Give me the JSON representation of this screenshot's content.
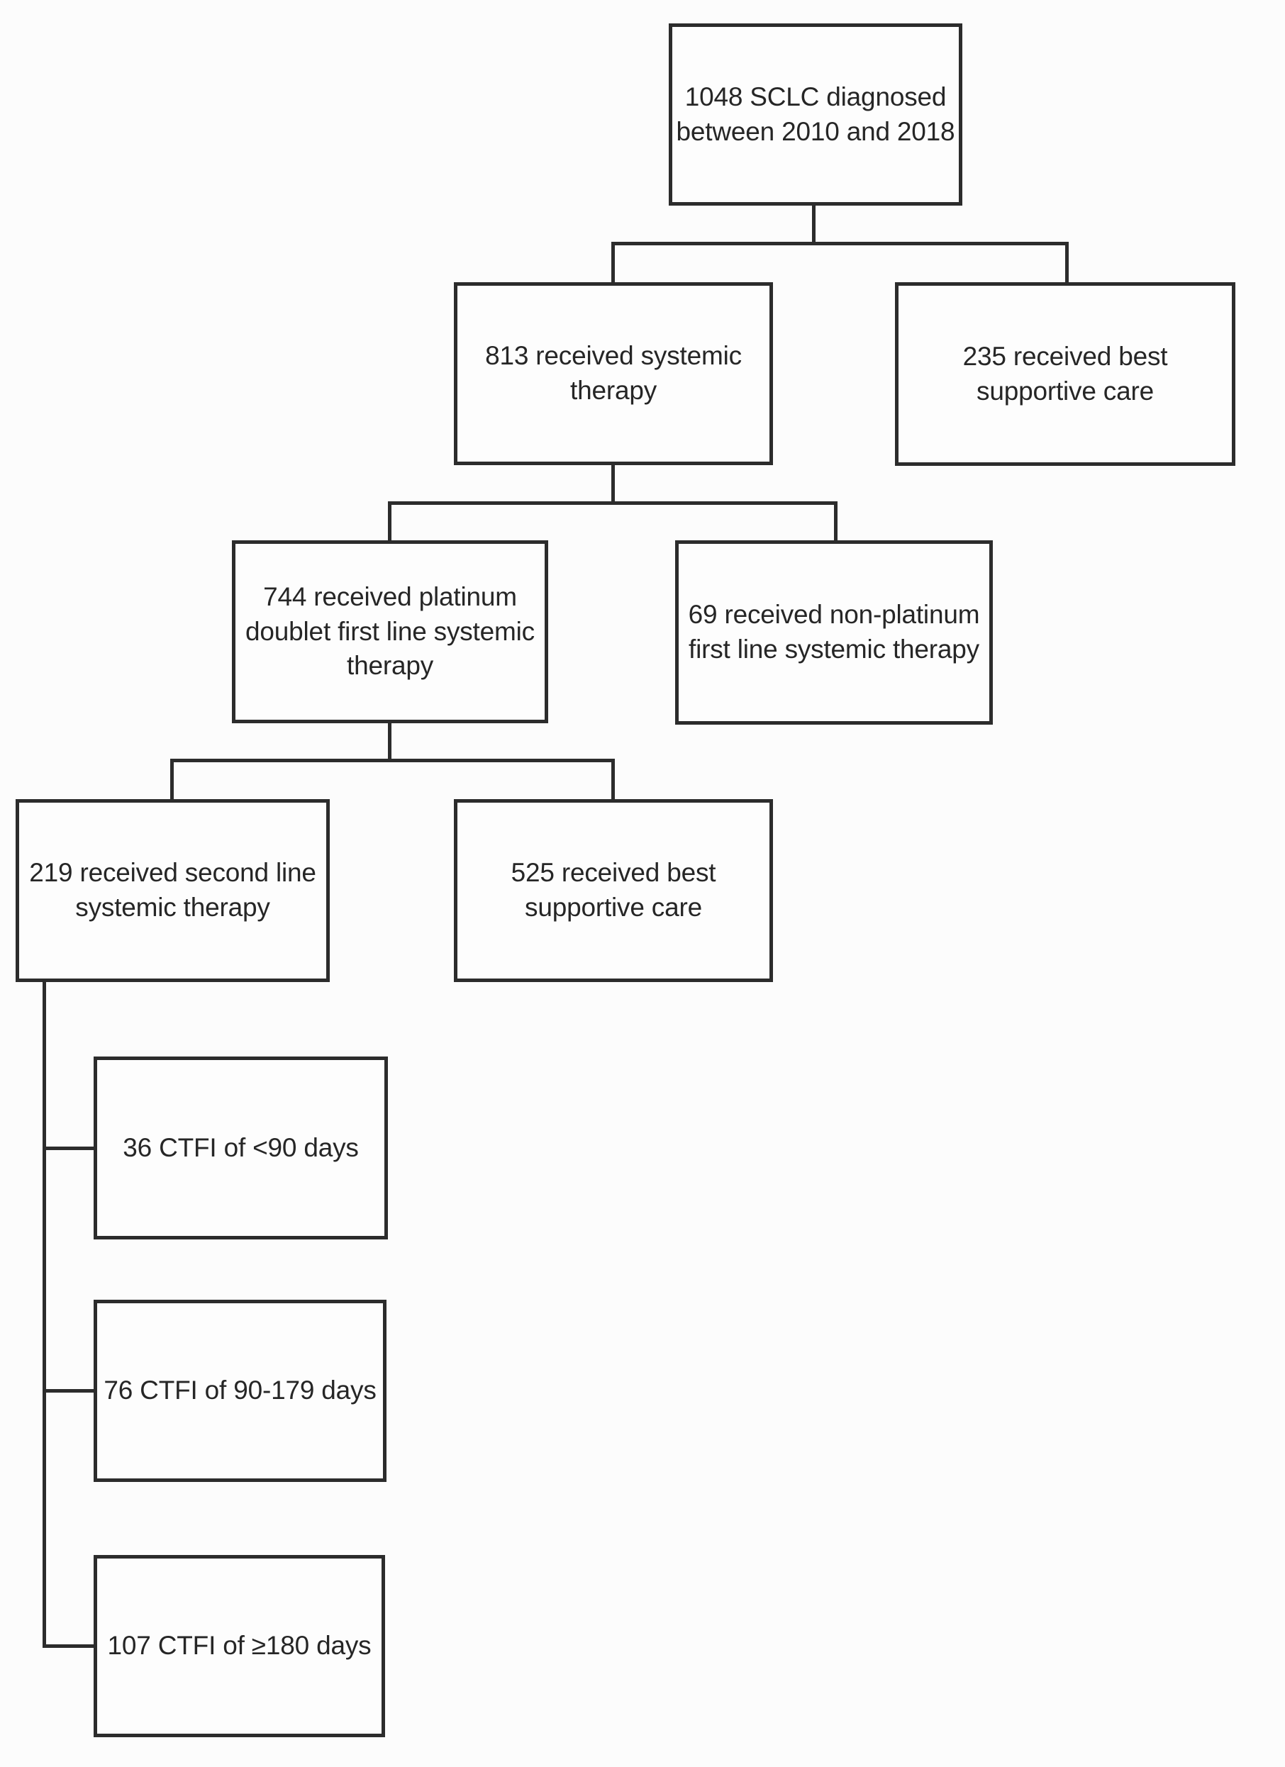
{
  "diagram": {
    "type": "flowchart",
    "description": "SCLC patient treatment flow diagram",
    "nodes": [
      {
        "id": "diagnosed",
        "label": "1048 SCLC diagnosed\nbetween 2010 and 2018"
      },
      {
        "id": "systemic-therapy",
        "label": "813 received systemic\ntherapy"
      },
      {
        "id": "best-supportive-care-1",
        "label": "235 received best\nsupportive care"
      },
      {
        "id": "platinum-doublet",
        "label": "744 received platinum\ndoublet first line systemic\ntherapy"
      },
      {
        "id": "non-platinum",
        "label": "69 received non-platinum\nfirst line systemic therapy"
      },
      {
        "id": "second-line",
        "label": "219 received second line\nsystemic therapy"
      },
      {
        "id": "best-supportive-care-2",
        "label": "525 received best\nsupportive care"
      },
      {
        "id": "ctfi-lt-90",
        "label": "36 CTFI of <90 days"
      },
      {
        "id": "ctfi-90-179",
        "label": "76 CTFI of 90-179 days"
      },
      {
        "id": "ctfi-ge-180",
        "label": "107 CTFI of ≥180 days"
      }
    ],
    "edges": [
      {
        "from": "diagnosed",
        "to": "systemic-therapy"
      },
      {
        "from": "diagnosed",
        "to": "best-supportive-care-1"
      },
      {
        "from": "systemic-therapy",
        "to": "platinum-doublet"
      },
      {
        "from": "systemic-therapy",
        "to": "non-platinum"
      },
      {
        "from": "platinum-doublet",
        "to": "second-line"
      },
      {
        "from": "platinum-doublet",
        "to": "best-supportive-care-2"
      },
      {
        "from": "second-line",
        "to": "ctfi-lt-90"
      },
      {
        "from": "second-line",
        "to": "ctfi-90-179"
      },
      {
        "from": "second-line",
        "to": "ctfi-ge-180"
      }
    ],
    "colors": {
      "line": "#2c2c2c",
      "box_border": "#2c2c2c",
      "background": "#fcfcfc",
      "text": "#262626"
    }
  }
}
